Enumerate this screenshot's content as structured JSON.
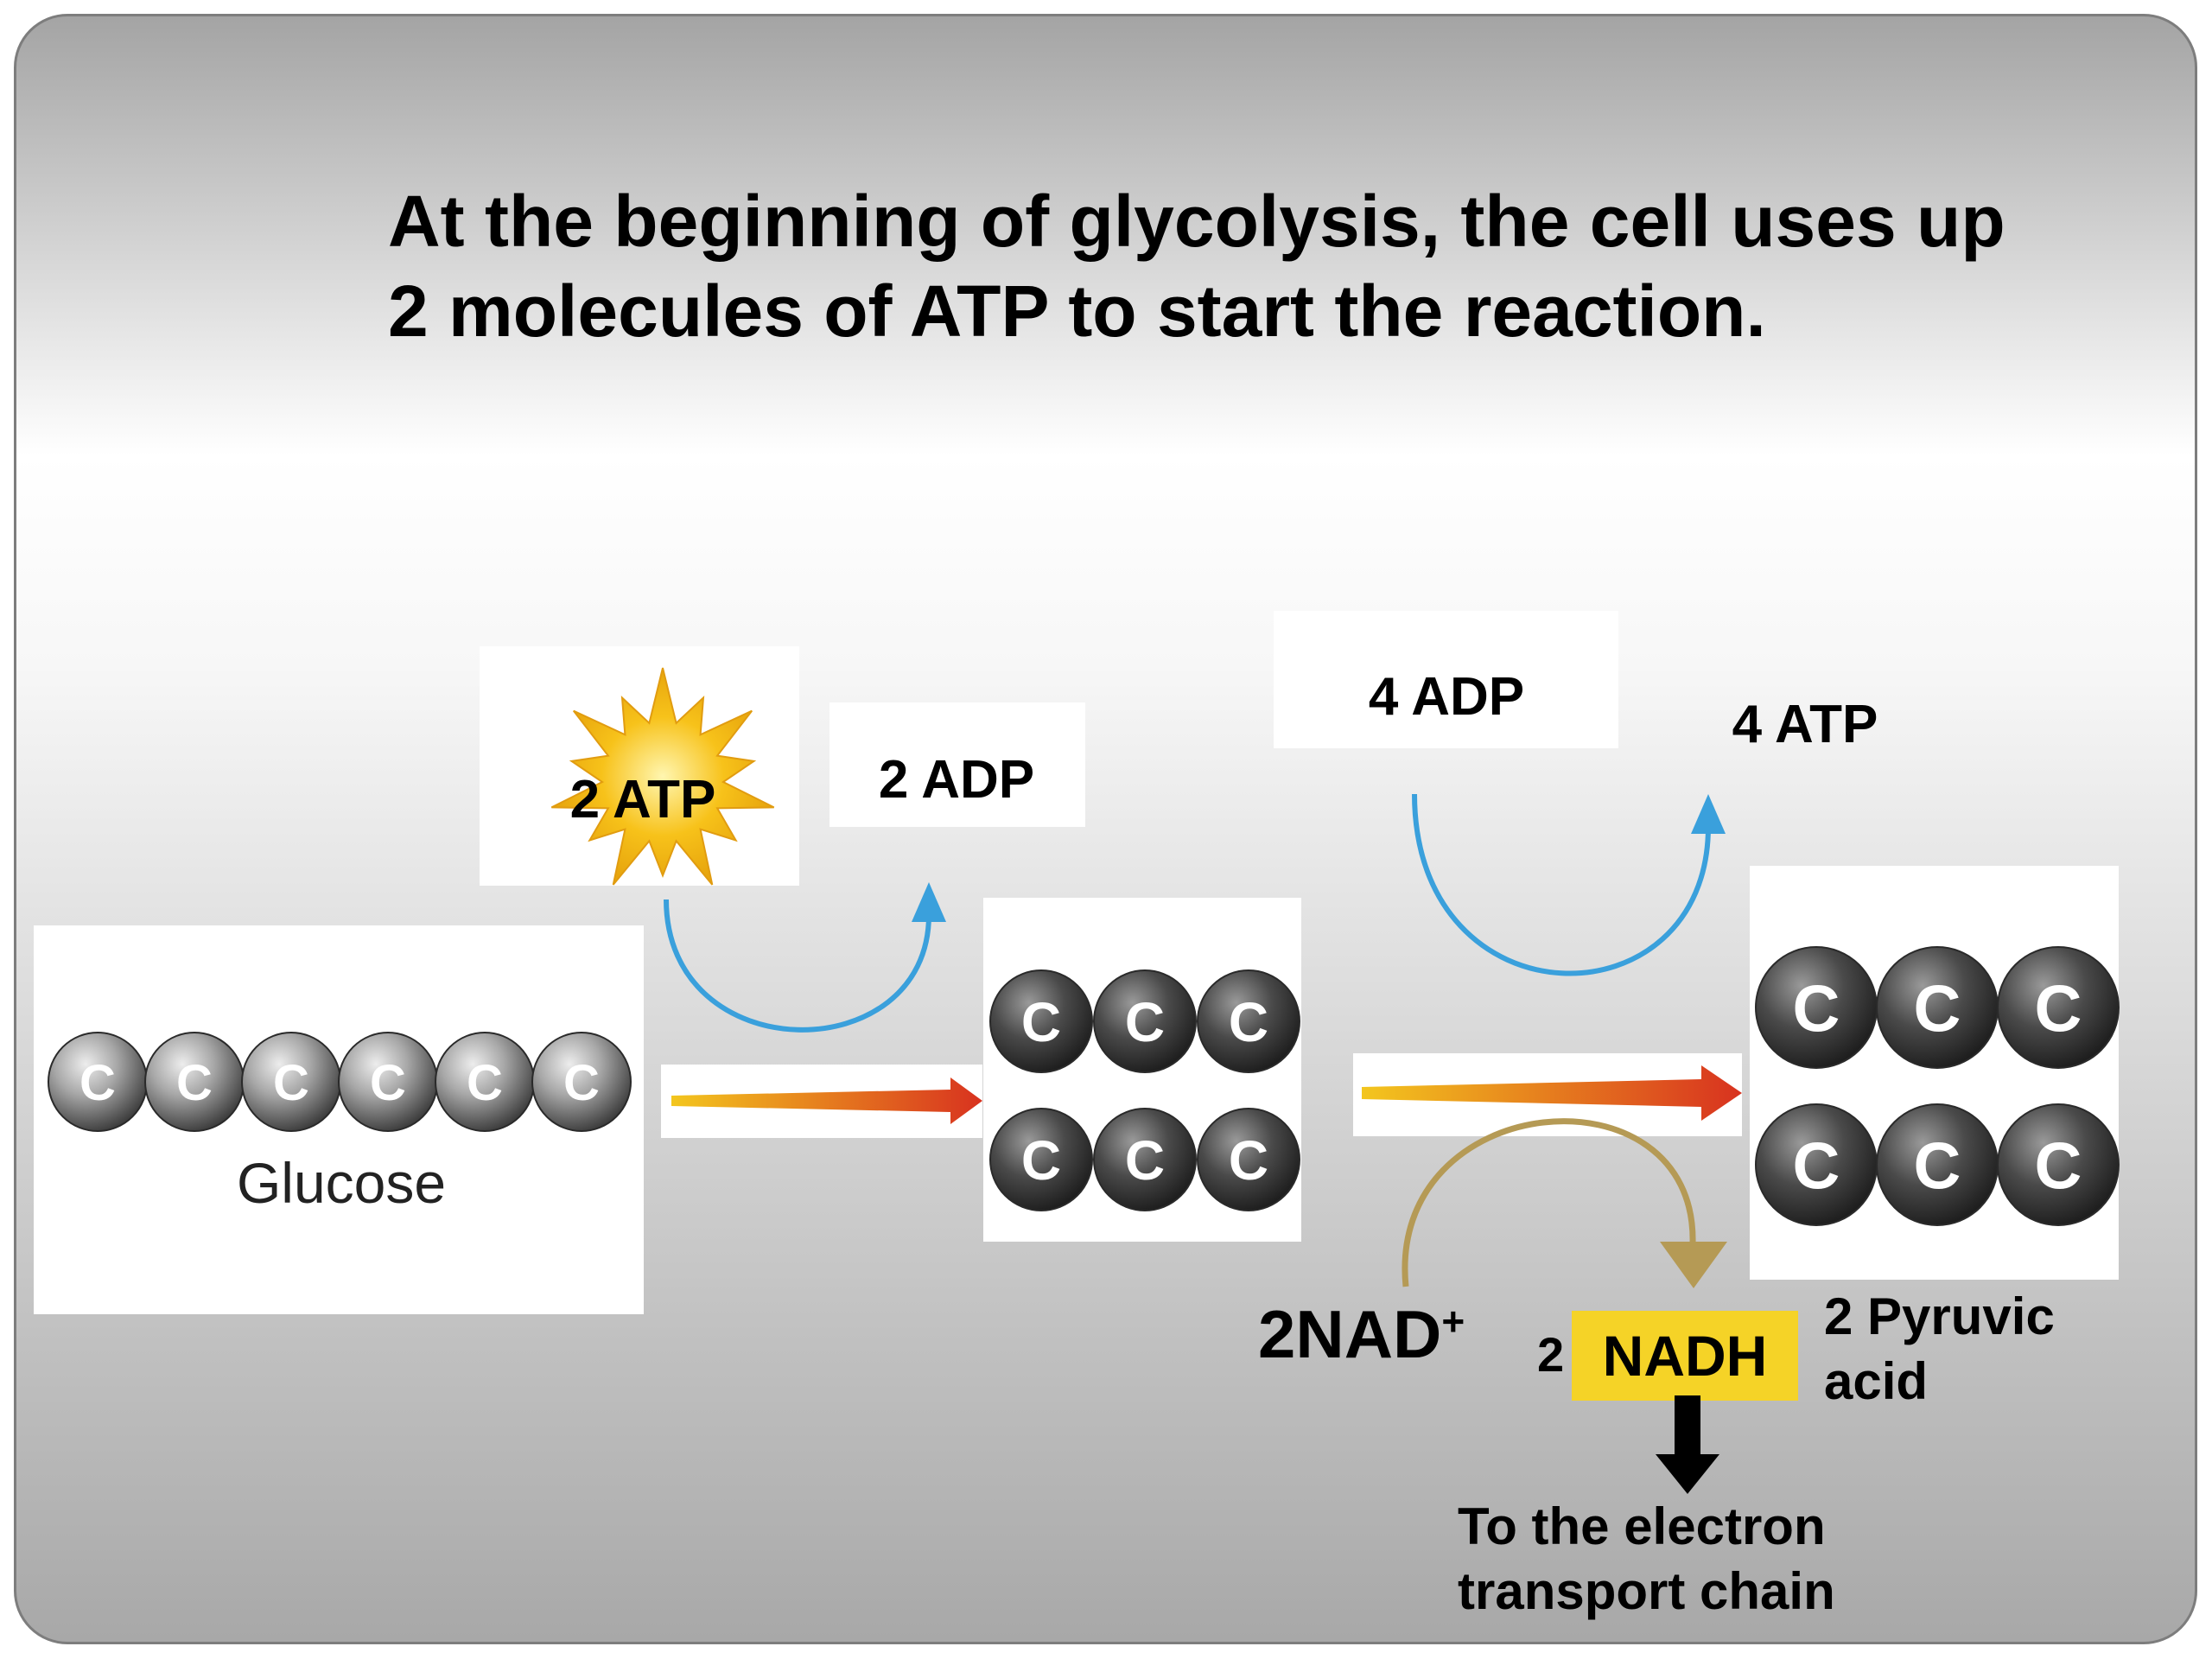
{
  "title": {
    "line1": "At the beginning of glycolysis, the cell uses up",
    "line2": "2 molecules of ATP to start the reaction."
  },
  "glucose": {
    "atoms": [
      "C",
      "C",
      "C",
      "C",
      "C",
      "C"
    ],
    "label": "Glucose"
  },
  "step1": {
    "input_label": "2 ATP",
    "output_label": "2 ADP",
    "product_rows": [
      [
        "C",
        "C",
        "C"
      ],
      [
        "C",
        "C",
        "C"
      ]
    ]
  },
  "step2": {
    "input_label": "4 ADP",
    "output_label": "4 ATP",
    "product_rows": [
      [
        "C",
        "C",
        "C"
      ],
      [
        "C",
        "C",
        "C"
      ]
    ],
    "nad_label": "2NAD",
    "nad_superscript": "+",
    "nadh_coefficient": "2",
    "nadh_label": "NADH",
    "product_label_line1": "2 Pyruvic",
    "product_label_line2": "acid",
    "nadh_destination_line1": "To the electron",
    "nadh_destination_line2": "transport chain"
  },
  "colors": {
    "curve_arrow": "#3aa0dc",
    "nad_arrow": "#b59a55",
    "nadh_highlight": "#f5d327",
    "starburst": "#f7c21a",
    "reaction_arrow_start": "#f3c61e",
    "reaction_arrow_end": "#d8321f"
  }
}
